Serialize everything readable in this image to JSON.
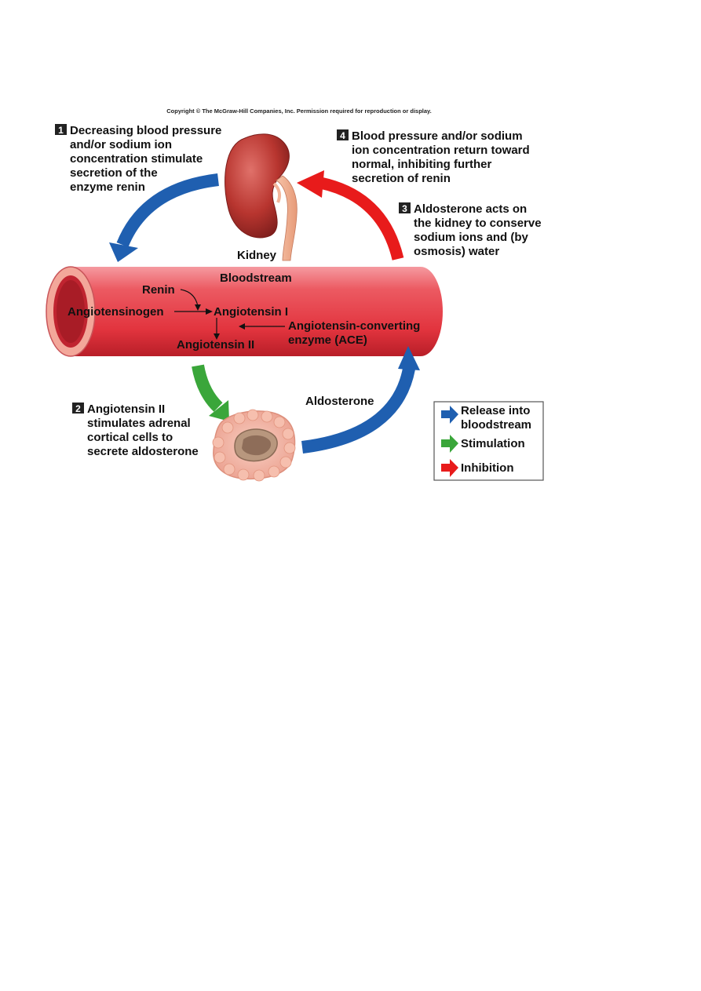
{
  "copyright": "Copyright © The McGraw-Hill Companies, Inc. Permission required for reproduction or display.",
  "steps": [
    {
      "number": "1",
      "lines": [
        "Decreasing blood pressure",
        "and/or sodium ion",
        "concentration stimulate",
        "secretion of the",
        "enzyme renin"
      ]
    },
    {
      "number": "2",
      "lines": [
        "Angiotensin II",
        "stimulates adrenal",
        "cortical cells to",
        "secrete aldosterone"
      ]
    },
    {
      "number": "3",
      "lines": [
        "Aldosterone acts on",
        "the kidney to conserve",
        "sodium ions and (by",
        "osmosis) water"
      ]
    },
    {
      "number": "4",
      "lines": [
        "Blood pressure and/or sodium",
        "ion concentration return toward",
        "normal, inhibiting further",
        "secretion of renin"
      ]
    }
  ],
  "labels": {
    "kidney": "Kidney",
    "bloodstream": "Bloodstream",
    "renin": "Renin",
    "angiotensinogen": "Angiotensinogen",
    "angiotensin_1": "Angiotensin I",
    "angiotensin_2": "Angiotensin II",
    "ace_line1": "Angiotensin-converting",
    "ace_line2": "enzyme (ACE)",
    "aldosterone": "Aldosterone"
  },
  "legend": [
    {
      "lines": [
        "Release into",
        "bloodstream"
      ],
      "color": "#1f5fb0"
    },
    {
      "lines": [
        "Stimulation"
      ],
      "color": "#3aa63a"
    },
    {
      "lines": [
        "Inhibition"
      ],
      "color": "#e81b1b"
    }
  ],
  "colors": {
    "release": "#1f5fb0",
    "stimulation": "#3aa63a",
    "inhibition": "#e81b1b",
    "vessel": "#e8474f",
    "kidney": "#b8352f",
    "adrenal": "#f1b3a3"
  }
}
